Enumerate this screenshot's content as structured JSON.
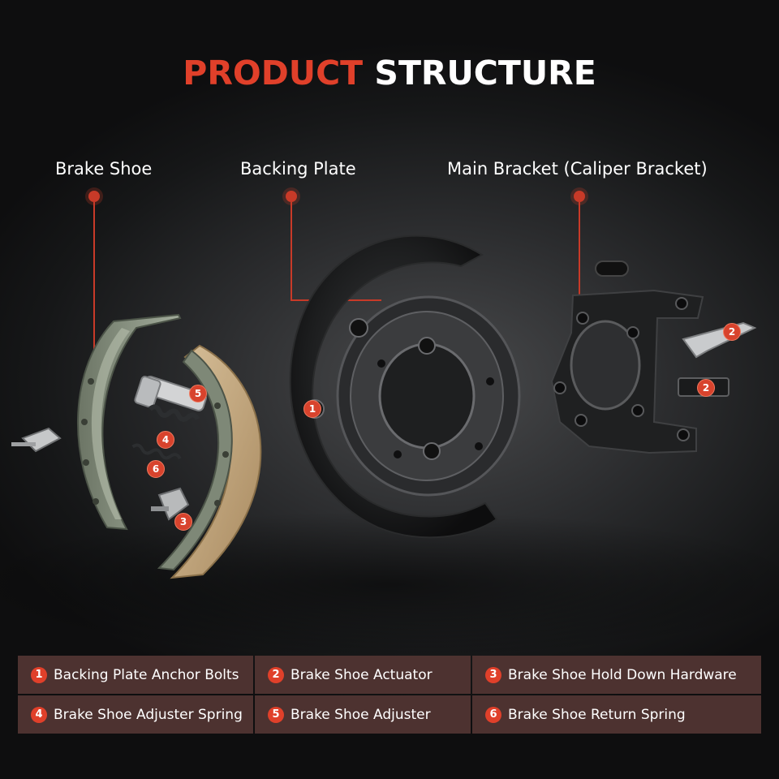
{
  "title": {
    "part1": "PRODUCT",
    "part2": "STRUCTURE"
  },
  "callouts": [
    {
      "label": "Brake Shoe"
    },
    {
      "label": "Backing Plate"
    },
    {
      "label": "Main Bracket (Caliper Bracket)"
    }
  ],
  "badges": [
    "1",
    "2",
    "2",
    "3",
    "4",
    "5",
    "6"
  ],
  "legend": [
    {
      "num": "1",
      "text": "Backing Plate Anchor Bolts"
    },
    {
      "num": "2",
      "text": "Brake Shoe Actuator"
    },
    {
      "num": "3",
      "text": "Brake Shoe Hold Down Hardware"
    },
    {
      "num": "4",
      "text": "Brake Shoe Adjuster Spring"
    },
    {
      "num": "5",
      "text": "Brake Shoe Adjuster"
    },
    {
      "num": "6",
      "text": "Brake Shoe Return Spring"
    }
  ],
  "colors": {
    "accent": "#e0402a",
    "legend_bg": "#4d3230",
    "lining": "#c9ad86",
    "shoe_metal": "#8f9a8a"
  },
  "icons": [
    "brake-shoe-illustration",
    "backing-plate-illustration",
    "caliper-bracket-illustration"
  ]
}
